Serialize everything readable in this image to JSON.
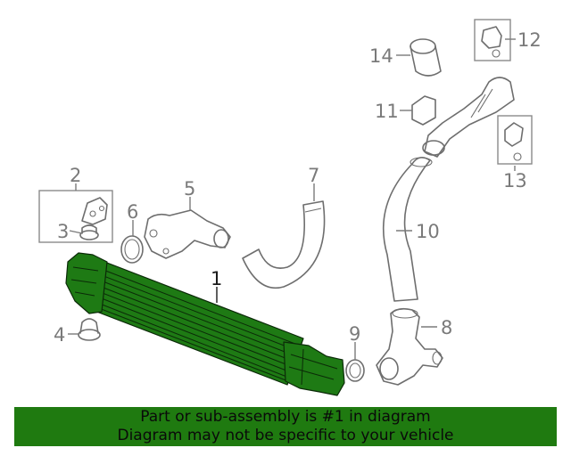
{
  "diagram": {
    "callouts": {
      "c1": "1",
      "c2": "2",
      "c3": "3",
      "c4": "4",
      "c5": "5",
      "c6": "6",
      "c7": "7",
      "c8": "8",
      "c9": "9",
      "c10": "10",
      "c11": "11",
      "c12": "12",
      "c13": "13",
      "c14": "14"
    },
    "highlighted_part": "1",
    "highlight_color": "#1e7a14"
  },
  "banner": {
    "line1": "Part or sub-assembly is #1 in diagram",
    "line2": "Diagram may not be specific to your vehicle",
    "background": "#1f7a10"
  }
}
